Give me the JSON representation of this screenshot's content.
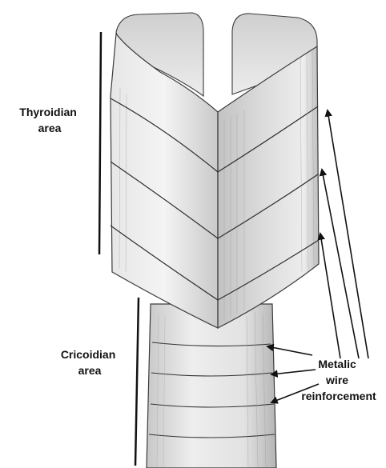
{
  "labels": {
    "thyroidian_line1": "Thyroidian",
    "thyroidian_line2": "area",
    "cricoidian_line1": "Cricoidian",
    "cricoidian_line2": "area",
    "wire_line1": "Metalic",
    "wire_line2": "wire",
    "wire_line3": "reinforcement"
  },
  "colors": {
    "ink": "#111111",
    "pencil": "#3a3a3a",
    "paper_light": "#f2f2f2",
    "paper_mid": "#d9d9d9",
    "paper_dark": "#b8b8b8"
  }
}
